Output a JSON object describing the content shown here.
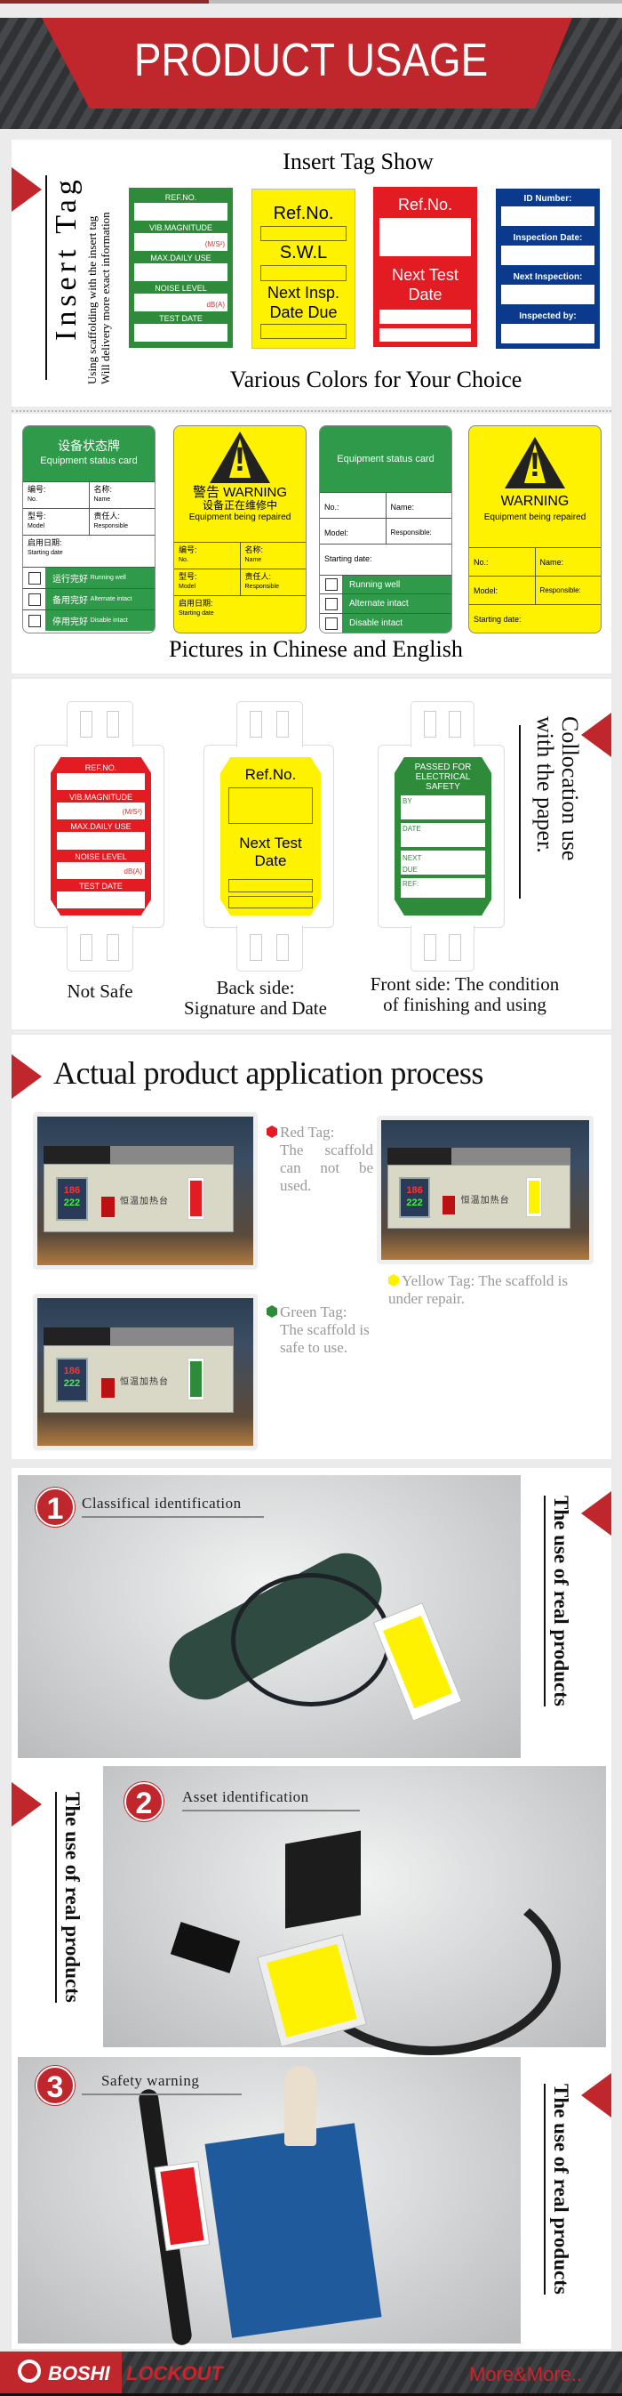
{
  "header": {
    "title": "PRODUCT USAGE",
    "accent": "#c0272d"
  },
  "insert_tags": {
    "side_title": "Insert Tag",
    "side_lines": [
      "Using scaffolding with the insert tag",
      "Will delivery more exact information"
    ],
    "title": "Insert Tag Show",
    "subtitle": "Various Colors for Your Choice",
    "green": {
      "fields": [
        "REF.NO.",
        "VIB.MAGNITUDE",
        "MAX.DAILY USE",
        "NOISE LEVEL",
        "TEST DATE"
      ],
      "units": {
        "vib": "(M/S²)",
        "noise": "dB(A)"
      }
    },
    "yellow": {
      "fields": [
        "Ref.No.",
        "S.W.L",
        "Next Insp. Date Due"
      ]
    },
    "red": {
      "fields": [
        "Ref.No.",
        "Next Test Date"
      ]
    },
    "blue": {
      "fields": [
        "ID Number:",
        "Inspection Date:",
        "Next Inspection:",
        "Inspected by:"
      ]
    }
  },
  "status_cards": {
    "caption": "Pictures in Chinese and English",
    "card1": {
      "title_cn": "设备状态牌",
      "title_en": "Equipment status card",
      "no_cn": "编号:",
      "no": "No.",
      "name_cn": "名称:",
      "name": "Name",
      "model_cn": "型号:",
      "model": "Model",
      "resp_cn": "责任人:",
      "resp": "Responsible",
      "start_cn": "启用日期:",
      "start": "Starting date",
      "status": [
        {
          "cn": "运行完好",
          "en": "Running well"
        },
        {
          "cn": "备用完好",
          "en": "Alternate intact"
        },
        {
          "cn": "停用完好",
          "en": "Disable intact"
        }
      ]
    },
    "card2": {
      "warning": "警告 WARNING",
      "sub_cn": "设备正在维修中",
      "sub_en": "Equipment being repaired",
      "no_cn": "编号:",
      "no": "No.",
      "name_cn": "名称:",
      "name": "Name",
      "model_cn": "型号:",
      "model": "Model",
      "resp_cn": "责任人:",
      "resp": "Responsible",
      "start_cn": "启用日期:",
      "start": "Starting date"
    },
    "card3": {
      "title": "Equipment status card",
      "no": "No.:",
      "name": "Name:",
      "model": "Model:",
      "resp": "Responsible:",
      "start": "Starting date:",
      "status": [
        "Running well",
        "Alternate intact",
        "Disable intact"
      ]
    },
    "card4": {
      "warning": "WARNING",
      "sub": "Equipment being repaired",
      "no": "No.:",
      "name": "Name:",
      "model": "Model:",
      "resp": "Responsible:",
      "start": "Starting date:"
    }
  },
  "collocation": {
    "side_text": "Collocation use with the paper.",
    "red_fields": [
      "REF.NO.",
      "VIB.MAGNITUDE",
      "MAX.DAILY USE",
      "NOISE LEVEL",
      "TEST DATE"
    ],
    "red_units": {
      "vib": "(M/S²)",
      "noise": "dB(A)"
    },
    "yellow_fields": [
      "Ref.No.",
      "Next Test Date"
    ],
    "green_title": "PASSED FOR ELECTRICAL SAFETY",
    "green_fields": [
      "BY",
      "DATE",
      "NEXT",
      "DUE",
      "REF:"
    ],
    "captions": [
      "Not Safe",
      "Back side:",
      "Signature and Date",
      "Front side: The condition",
      "of finishing and using"
    ]
  },
  "application": {
    "title": "Actual product application process",
    "machine": {
      "label": "恒温加热台",
      "display_top": "186",
      "display_bottom": "222"
    },
    "items": [
      {
        "color": "#e31b23",
        "title": "Red Tag:",
        "text": "The scaffold can not be used."
      },
      {
        "color": "#fff200",
        "title": "Yellow Tag:",
        "text": "The scaffold is under repair."
      },
      {
        "color": "#2e8b3a",
        "title": "Green Tag:",
        "text": "The scaffold is safe to use."
      }
    ]
  },
  "real_use": {
    "side_text": "The use of real products",
    "items": [
      {
        "number": "1",
        "label": "Classifical identification"
      },
      {
        "number": "2",
        "label": "Asset identification"
      },
      {
        "number": "3",
        "label": "Safety warning"
      }
    ]
  },
  "footer": {
    "brand_a": "BOSHI",
    "brand_b": "LOCKOUT",
    "more": "More&More.."
  }
}
